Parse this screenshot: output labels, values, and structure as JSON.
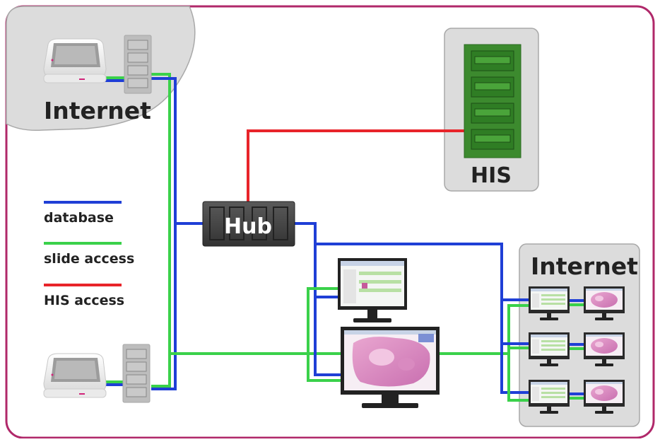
{
  "internet_top": {
    "label": "Internet"
  },
  "internet_right": {
    "label": "Internet"
  },
  "his": {
    "label": "HIS"
  },
  "hub": {
    "label": "Hub"
  },
  "legend": {
    "items": [
      {
        "label": "database",
        "color": "#1f3fd6"
      },
      {
        "label": "slide access",
        "color": "#3ad14a"
      },
      {
        "label": "HIS access",
        "color": "#e8242a"
      }
    ]
  },
  "colors": {
    "frame": "#b0286a",
    "database": "#1f3fd6",
    "slide_access": "#3ad14a",
    "his_access": "#e8242a",
    "his_server": "#3c8a2e",
    "hub_body": "#4a4a4a",
    "cloud_bg": "#dcdcdc"
  },
  "icons": {
    "scanner": "slide-scanner-icon",
    "server": "server-rack-icon",
    "monitor": "monitor-icon",
    "hub": "network-hub-icon"
  }
}
